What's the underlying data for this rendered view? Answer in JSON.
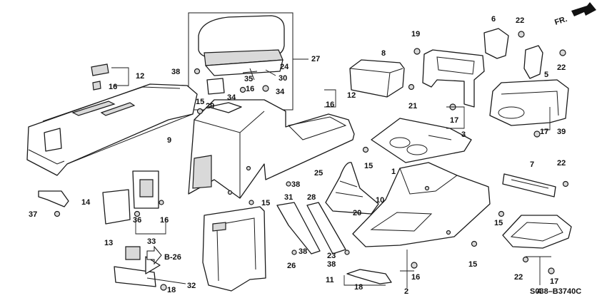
{
  "diagram": {
    "direction_label": "FR.",
    "ref_label": "B-26",
    "code": "S038–B3740C",
    "callouts": [
      "1",
      "2",
      "3",
      "4",
      "5",
      "6",
      "7",
      "8",
      "9",
      "10",
      "11",
      "12",
      "12",
      "13",
      "14",
      "15",
      "15",
      "15",
      "15",
      "15",
      "16",
      "16",
      "16",
      "16",
      "16",
      "17",
      "17",
      "17",
      "18",
      "18",
      "19",
      "20",
      "21",
      "22",
      "22",
      "22",
      "22",
      "23",
      "24",
      "25",
      "26",
      "27",
      "28",
      "29",
      "30",
      "31",
      "32",
      "33",
      "34",
      "34",
      "35",
      "36",
      "37",
      "38",
      "38",
      "38",
      "38",
      "39"
    ]
  }
}
